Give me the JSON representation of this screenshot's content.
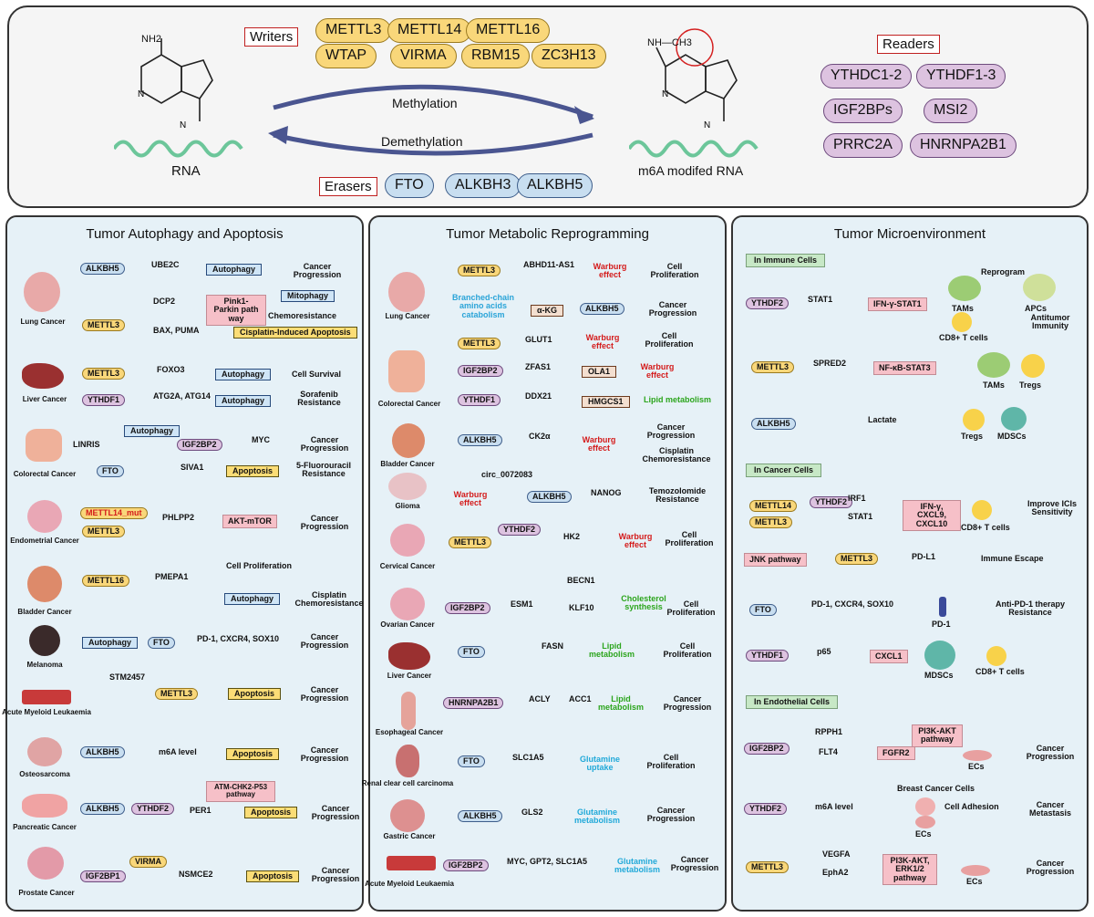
{
  "top": {
    "nh2": "NH2",
    "nh_ch3": "NH—CH3",
    "rna_label": "RNA",
    "m6a_label": "m6A modifed RNA",
    "methylation": "Methylation",
    "demethylation": "Demethylation",
    "writers_label": "Writers",
    "erasers_label": "Erasers",
    "readers_label": "Readers",
    "writers": [
      "METTL3",
      "METTL14",
      "METTL16",
      "WTAP",
      "VIRMA",
      "RBM15",
      "ZC3H13"
    ],
    "erasers": [
      "FTO",
      "ALKBH3",
      "ALKBH5"
    ],
    "readers": [
      "YTHDC1-2",
      "YTHDF1-3",
      "IGF2BPs",
      "MSI2",
      "PRRC2A",
      "HNRNPA2B1"
    ]
  },
  "panel1": {
    "title": "Tumor Autophagy and Apoptosis",
    "lung": {
      "label": "Lung Cancer",
      "alkbh5": "ALKBH5",
      "ube2c": "UBE2C",
      "autophagy": "Autophagy",
      "cancer_prog": "Cancer Progression",
      "dcp2": "DCP2",
      "pink": "Pink1-Parkin path way",
      "mitophagy": "Mitophagy",
      "chemores": "Chemoresistance",
      "mettl3": "METTL3",
      "bax": "BAX, PUMA",
      "cisplatin": "Cisplatin-Induced Apoptosis"
    },
    "liver": {
      "label": "Liver Cancer",
      "mettl3": "METTL3",
      "foxo3": "FOXO3",
      "autophagy1": "Autophagy",
      "survival": "Cell Survival",
      "ythdf1": "YTHDF1",
      "atg": "ATG2A, ATG14",
      "autophagy2": "Autophagy",
      "sorafenib": "Sorafenib Resistance"
    },
    "colorectal": {
      "label": "Colorectal Cancer",
      "linris": "LINRIS",
      "autophagy": "Autophagy",
      "igf2bp2": "IGF2BP2",
      "myc": "MYC",
      "cancer_prog": "Cancer Progression",
      "fto": "FTO",
      "siva1": "SIVA1",
      "apoptosis": "Apoptosis",
      "fluorouracil": "5-Fluorouracil Resistance"
    },
    "endometrial": {
      "label": "Endometrial Cancer",
      "mettl14mut": "METTL14_mut",
      "mettl3": "METTL3",
      "phlpp2": "PHLPP2",
      "aktmtor": "AKT-mTOR",
      "cancer_prog": "Cancer Progression"
    },
    "bladder": {
      "label": "Bladder Cancer",
      "mettl16": "METTL16",
      "pmepa1": "PMEPA1",
      "prolif": "Cell Proliferation",
      "autophagy": "Autophagy",
      "cisplatin": "Cisplatin Chemoresistance"
    },
    "melanoma": {
      "label": "Melanoma",
      "autophagy": "Autophagy",
      "fto": "FTO",
      "pd1": "PD-1, CXCR4, SOX10",
      "cancer_prog": "Cancer Progression"
    },
    "aml": {
      "label": "Acute Myeloid Leukaemia",
      "stm": "STM2457",
      "mettl3": "METTL3",
      "apoptosis": "Apoptosis",
      "cancer_prog": "Cancer Progression"
    },
    "osteo": {
      "label": "Osteosarcoma",
      "alkbh5": "ALKBH5",
      "m6a": "m6A level",
      "apoptosis": "Apoptosis",
      "cancer_prog": "Cancer Progression"
    },
    "pancreatic": {
      "label": "Pancreatic Cancer",
      "alkbh5": "ALKBH5",
      "ythdf2": "YTHDF2",
      "atm": "ATM-CHK2-P53 pathway",
      "per1": "PER1",
      "apoptosis": "Apoptosis",
      "cancer_prog": "Cancer Progression"
    },
    "prostate": {
      "label": "Prostate Cancer",
      "igf2bp1": "IGF2BP1",
      "virma": "VIRMA",
      "nsmce2": "NSMCE2",
      "apoptosis": "Apoptosis",
      "cancer_prog": "Cancer Progression"
    }
  },
  "panel2": {
    "title": "Tumor Metabolic Reprogramming",
    "lung": {
      "label": "Lung Cancer",
      "mettl3": "METTL3",
      "abhd": "ABHD11-AS1",
      "warburg": "Warburg effect",
      "prolif": "Cell Proliferation",
      "bcaa": "Branched-chain amino acids catabolism",
      "akg": "α-KG",
      "alkbh5": "ALKBH5",
      "cancer_prog": "Cancer Progression"
    },
    "colorectal": {
      "label": "Colorectal Cancer",
      "mettl3": "METTL3",
      "glut1": "GLUT1",
      "warburg1": "Warburg effect",
      "prolif": "Cell Proliferation",
      "igf2bp2": "IGF2BP2",
      "zfas1": "ZFAS1",
      "ola1": "OLA1",
      "warburg2": "Warburg effect",
      "ythdf1": "YTHDF1",
      "ddx21": "DDX21",
      "hmgcs1": "HMGCS1",
      "lipid": "Lipid metabolism"
    },
    "bladder": {
      "label": "Bladder Cancer",
      "alkbh5": "ALKBH5",
      "ck2a": "CK2α",
      "warburg": "Warburg effect",
      "cancer_prog": "Cancer Progression",
      "cisplatin": "Cisplatin Chemoresistance"
    },
    "glioma": {
      "label": "Glioma",
      "circ": "circ_0072083",
      "warburg": "Warburg effect",
      "alkbh5": "ALKBH5",
      "nanog": "NANOG",
      "temo": "Temozolomide Resistance"
    },
    "cervical": {
      "label": "Cervical Cancer",
      "ythdf2": "YTHDF2",
      "mettl3": "METTL3",
      "hk2": "HK2",
      "warburg": "Warburg effect",
      "prolif": "Cell Proliferation"
    },
    "ovarian": {
      "label": "Ovarian Cancer",
      "becn1": "BECN1",
      "igf2bp2": "IGF2BP2",
      "esm1": "ESM1",
      "klf10": "KLF10",
      "chol": "Cholesterol synthesis",
      "prolif": "Cell Proliferation"
    },
    "liver": {
      "label": "Liver Cancer",
      "fto": "FTO",
      "fasn": "FASN",
      "lipid": "Lipid metabolism",
      "prolif": "Cell Proliferation"
    },
    "esophageal": {
      "label": "Esophageal Cancer",
      "hnrnp": "HNRNPA2B1",
      "acly": "ACLY",
      "acc1": "ACC1",
      "lipid": "Lipid metabolism",
      "cancer_prog": "Cancer Progression"
    },
    "renal": {
      "label": "Renal clear cell carcinoma",
      "fto": "FTO",
      "slc": "SLC1A5",
      "gln": "Glutamine uptake",
      "prolif": "Cell Proliferation"
    },
    "gastric": {
      "label": "Gastric Cancer",
      "alkbh5": "ALKBH5",
      "gls2": "GLS2",
      "gln": "Glutamine metabolism",
      "cancer_prog": "Cancer Progression"
    },
    "aml": {
      "label": "Acute Myeloid Leukaemia",
      "igf2bp2": "IGF2BP2",
      "myc": "MYC, GPT2, SLC1A5",
      "gln": "Glutamine metabolism",
      "cancer_prog": "Cancer Progression"
    }
  },
  "panel3": {
    "title": "Tumor Microenvironment",
    "immune_header": "In Immune Cells",
    "cancer_header": "In Cancer Cells",
    "endo_header": "In Endothelial Cells",
    "ythdf2": "YTHDF2",
    "stat1": "STAT1",
    "ifn_stat": "IFN-γ-STAT1",
    "reprogram": "Reprogram",
    "tams": "TAMs",
    "apcs": "APCs",
    "cd8": "CD8+ T cells",
    "antitumor": "Antitumor Immunity",
    "mettl3_a": "METTL3",
    "spred2": "SPRED2",
    "nfkb": "NF-κB-STAT3",
    "tams2": "TAMs",
    "tregs": "Tregs",
    "alkbh5": "ALKBH5",
    "lactate": "Lactate",
    "tregs2": "Tregs",
    "mdscs": "MDSCs",
    "mettl14": "METTL14",
    "mettl3_b": "METTL3",
    "ythdf2_b": "YTHDF2",
    "irf1": "IRF1",
    "stat1_b": "STAT1",
    "ifn_cxcl": "IFN-γ, CXCL9, CXCL10",
    "cd8_b": "CD8+ T cells",
    "ici": "Improve ICIs Sensitivity",
    "jnk": "JNK pathway",
    "mettl3_c": "METTL3",
    "pdl1": "PD-L1",
    "escape": "Immune Escape",
    "fto": "FTO",
    "pd1cx": "PD-1, CXCR4, SOX10",
    "pd1": "PD-1",
    "antipd1": "Anti-PD-1 therapy Resistance",
    "ythdf1": "YTHDF1",
    "p65": "p65",
    "cxcl1": "CXCL1",
    "mdscs2": "MDSCs",
    "cd8_c": "CD8+ T cells",
    "igf2bp2": "IGF2BP2",
    "rpph1": "RPPH1",
    "flt4": "FLT4",
    "fgfr2": "FGFR2",
    "pi3k": "PI3K-AKT pathway",
    "ecs": "ECs",
    "cancer_prog": "Cancer Progression",
    "bcc": "Breast Cancer Cells",
    "ythdf2_c": "YTHDF2",
    "m6a": "m6A level",
    "ecs2": "ECs",
    "adhesion": "Cell Adhesion",
    "metastasis": "Cancer Metastasis",
    "mettl3_d": "METTL3",
    "vegfa": "VEGFA",
    "epha2": "EphA2",
    "pi3k_erk": "PI3K-AKT, ERK1/2 pathway",
    "ecs3": "ECs",
    "cancer_prog2": "Cancer Progression"
  }
}
